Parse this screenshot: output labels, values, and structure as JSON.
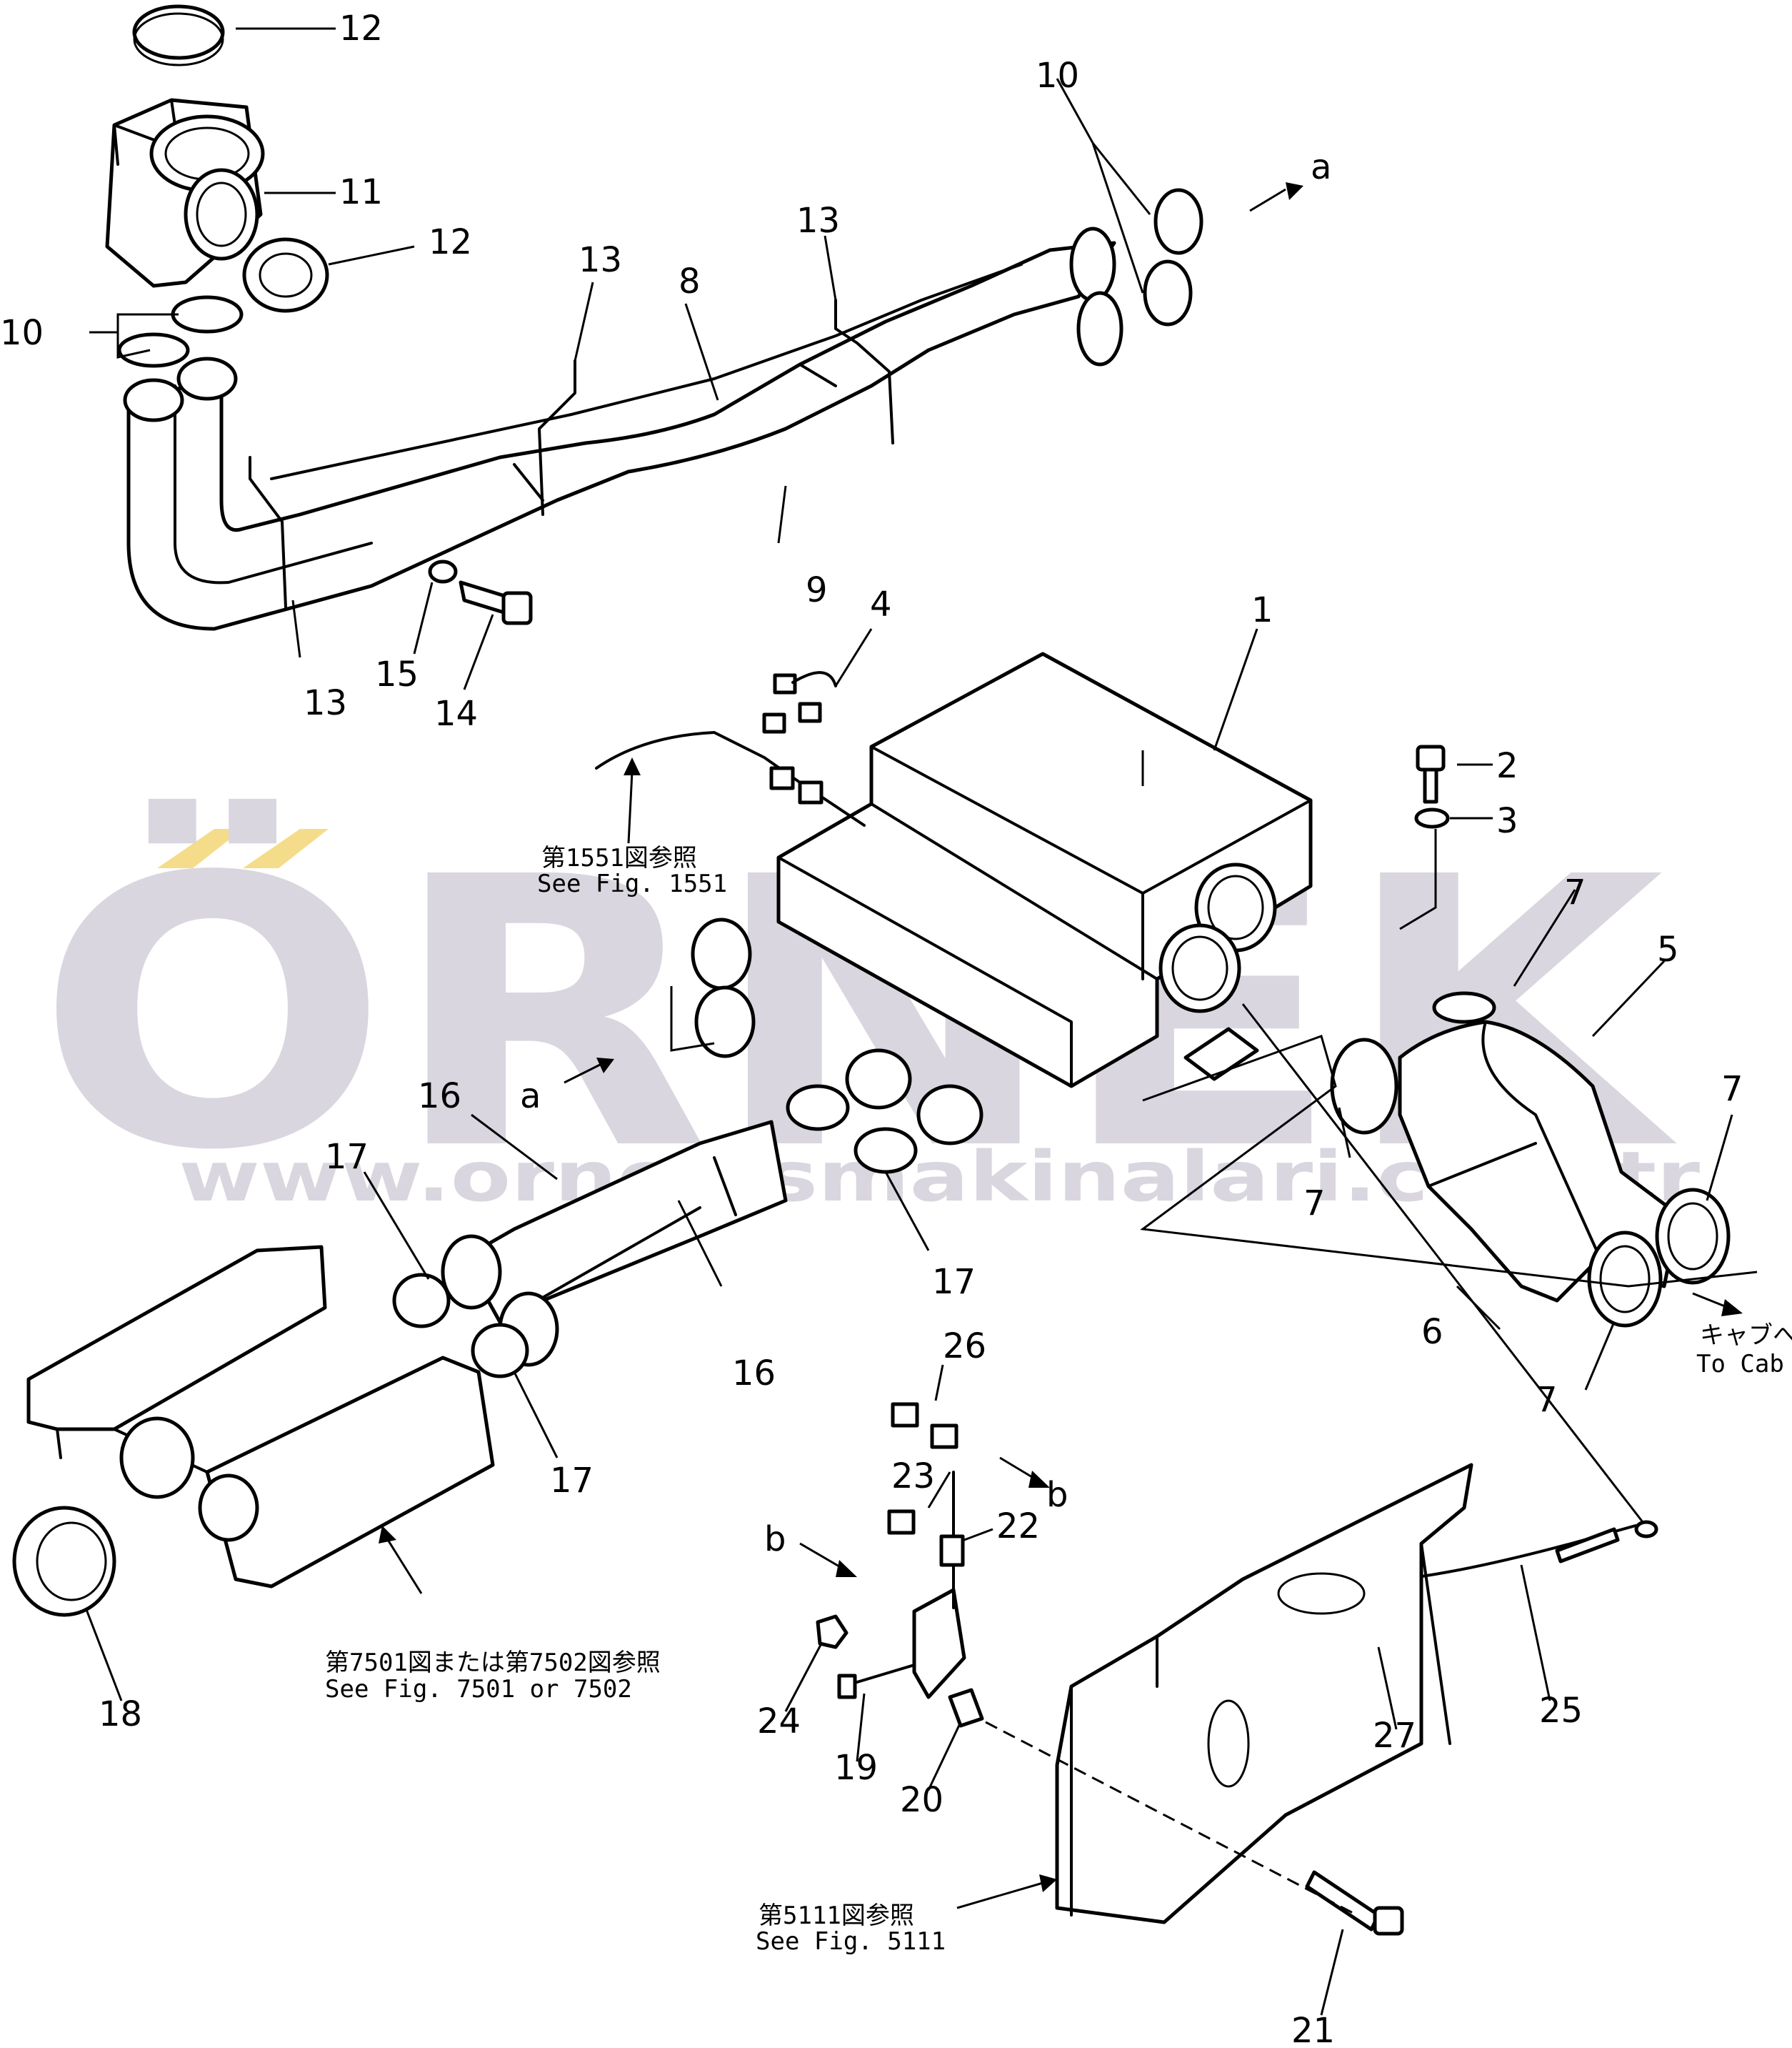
{
  "callouts": [
    {
      "id": "c12a",
      "text": "12"
    },
    {
      "id": "c11",
      "text": "11"
    },
    {
      "id": "c12b",
      "text": "12"
    },
    {
      "id": "c10a",
      "text": "10"
    },
    {
      "id": "c13a",
      "text": "13"
    },
    {
      "id": "c8",
      "text": "8"
    },
    {
      "id": "c13b",
      "text": "13"
    },
    {
      "id": "c10b",
      "text": "10"
    },
    {
      "id": "c9",
      "text": "9"
    },
    {
      "id": "c13c",
      "text": "13"
    },
    {
      "id": "c15",
      "text": "15"
    },
    {
      "id": "c14",
      "text": "14"
    },
    {
      "id": "c4",
      "text": "4"
    },
    {
      "id": "c1",
      "text": "1"
    },
    {
      "id": "c2",
      "text": "2"
    },
    {
      "id": "c3",
      "text": "3"
    },
    {
      "id": "c7a",
      "text": "7"
    },
    {
      "id": "c5",
      "text": "5"
    },
    {
      "id": "c7b",
      "text": "7"
    },
    {
      "id": "c7c",
      "text": "7"
    },
    {
      "id": "c6",
      "text": "6"
    },
    {
      "id": "c7d",
      "text": "7"
    },
    {
      "id": "c16a",
      "text": "16"
    },
    {
      "id": "c17a",
      "text": "17"
    },
    {
      "id": "c17b",
      "text": "17"
    },
    {
      "id": "c16b",
      "text": "16"
    },
    {
      "id": "c17c",
      "text": "17"
    },
    {
      "id": "c18",
      "text": "18"
    },
    {
      "id": "c26",
      "text": "26"
    },
    {
      "id": "c23",
      "text": "23"
    },
    {
      "id": "c22",
      "text": "22"
    },
    {
      "id": "c24",
      "text": "24"
    },
    {
      "id": "c19",
      "text": "19"
    },
    {
      "id": "c20",
      "text": "20"
    },
    {
      "id": "c27",
      "text": "27"
    },
    {
      "id": "c25",
      "text": "25"
    },
    {
      "id": "c21",
      "text": "21"
    }
  ],
  "connectors": {
    "a_top": "a",
    "a_mid": "a",
    "b_right": "b",
    "b_left": "b"
  },
  "references": {
    "fig1551_jp": "第1551図参照",
    "fig1551_en": "See Fig. 1551",
    "fig7501_jp": "第7501図または第7502図参照",
    "fig7501_en": "See Fig. 7501 or 7502",
    "fig5111_jp": "第5111図参照",
    "fig5111_en": "See Fig. 5111",
    "cab_jp": "キャブへ",
    "cab_en": "To Cab"
  },
  "watermark": {
    "logo": "ÖRNEK",
    "url": "www.ornekismakinalari.com.tr",
    "logo_color": "#d9d6df",
    "accent_color": "#f5dc8a"
  }
}
